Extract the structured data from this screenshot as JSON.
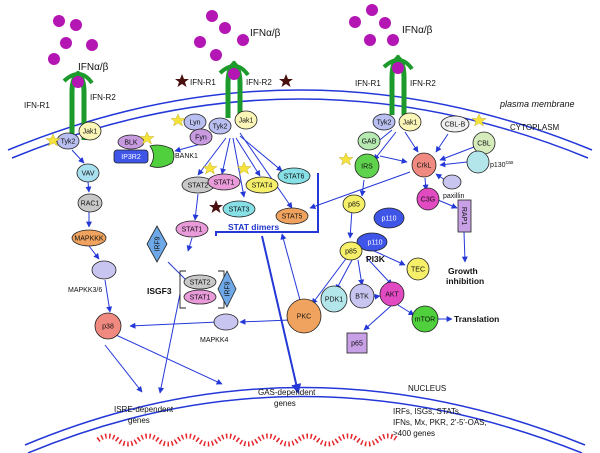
{
  "colors": {
    "membrane": "#2438d8",
    "ligand": "#b416b4",
    "receptor": "#1d9a2c",
    "dna": "#e5262d",
    "arrow": "#2438d8",
    "star_yellow": "#f5e23a",
    "star_dark": "#4a1010"
  },
  "labels": {
    "ifn_1": "IFNα/β",
    "ifn_2": "IFNα/β",
    "ifn_3": "IFNα/β",
    "r1_1": "IFN-R1",
    "r2_1": "IFN-R2",
    "r1_2": "IFN-R1",
    "r2_2": "IFN-R2",
    "r1_3": "IFN-R1",
    "r2_3": "IFN-R2",
    "plasma_membrane": "plasma membrane",
    "cytoplasm": "CYTOPLASM",
    "nucleus": "NUCLEUS",
    "stat_dimers": "STAT dimers",
    "isgf3": "ISGF3",
    "pi3k": "PI3K",
    "growth_inhibition": "Growth inhibition",
    "translation": "Translation",
    "isre_genes": "ISRE-dependent genes",
    "gas_genes": "GAS-dependent genes",
    "gene_list_1": "IRFs, ISGs, STATs,",
    "gene_list_2": "IFNs, Mx, PKR, 2'-5'-OAS,",
    "gene_list_3": ">400 genes",
    "mapkk36": "MAPKK3/6",
    "mapkk4": "MAPKK4",
    "paxillin": "paxillin",
    "p130": "p130",
    "p130_sup": "cas"
  },
  "nodes": {
    "tyk2_a": "Tyk2",
    "jak1_a": "Jak1",
    "vav": "VAV",
    "rac1": "RAC1",
    "mapkkk": "MAPKKK",
    "p38": "p38",
    "lyn": "Lyn",
    "fyn": "Fyn",
    "blk": "BLK",
    "ip3r2": "IP3R2",
    "bank1": "BANK1",
    "tyk2_b": "Tyk2",
    "jak1_b": "Jak1",
    "stat2": "STAT2",
    "stat1_a": "STAT1",
    "stat1_b": "STAT1",
    "stat3": "STAT3",
    "stat4": "STAT4",
    "stat6": "STAT6",
    "stat5": "STAT5",
    "irf9_a": "IRF9",
    "stat2_isgf": "STAT2",
    "stat1_isgf": "STAT1",
    "irf9_b": "IRF9",
    "tyk2_c": "Tyk2",
    "jak1_c": "Jak1",
    "gab": "GAB",
    "irs": "IRS",
    "crkl": "CrkL",
    "cblb": "CBL-B",
    "cbl": "CBL",
    "c3g": "C3G",
    "rap1": "RAP1",
    "p85_a": "p85",
    "p110_a": "p110",
    "p85_b": "p85",
    "p110_b": "p110",
    "tec": "TEC",
    "pkc": "PKC",
    "pdk1": "PDK1",
    "btk": "BTK",
    "akt": "AKT",
    "mtor": "mTOR",
    "p65": "p65"
  }
}
